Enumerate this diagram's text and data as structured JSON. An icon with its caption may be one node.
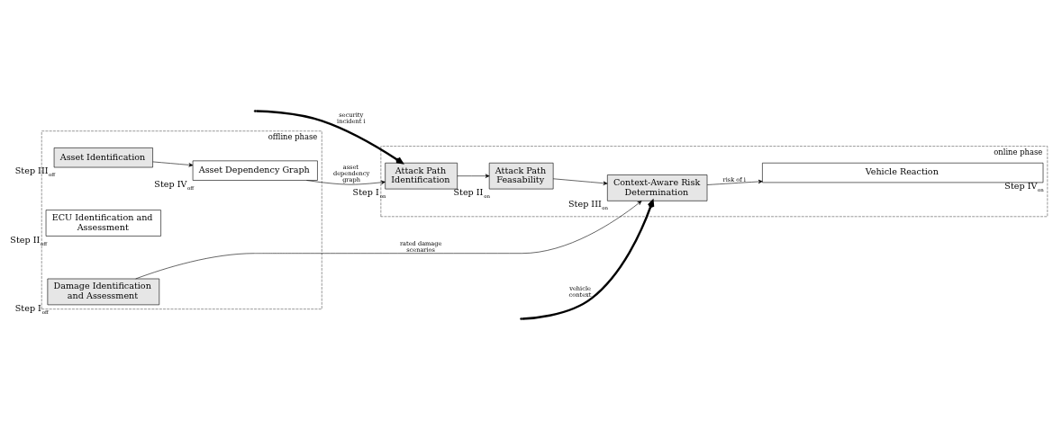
{
  "diagram": {
    "nodes": [
      {
        "text": [
          "offline phase"
        ]
      },
      {
        "text": [
          "Damage Identification and Assessment"
        ],
        "beside": [
          "Step I$_{off}$"
        ],
        "in": 0
      },
      {
        "text": [
          "ECU Identification and Assessment"
        ],
        "beside": [
          "Step II$_{off}$"
        ],
        "in": 0
      },
      {
        "text": [
          "Asset Identification"
        ],
        "beside": [
          "Step III$_{off}$"
        ],
        "in": 0
      },
      {
        "text": [
          "Asset Dependency Graph"
        ],
        "beside": [
          "Step IV$_{off}$"
        ],
        "in": 0
      },
      {
        "text": [
          "online phase"
        ]
      },
      {
        "text": [
          "Context-Aware Risk Determination"
        ],
        "beside": [
          "Step III$_{on}$"
        ],
        "in": 5
      },
      {
        "text": [
          "Attack Path Feasability"
        ],
        "beside": [
          "Step II$_{on}$"
        ],
        "in": 5
      },
      {
        "text": [
          "Attack Path Identification"
        ],
        "beside": [
          "Step I$_{on}$"
        ],
        "in": 5
      },
      {
        "text": [
          "Vehicle Reaction"
        ],
        "beside": [
          "Step IV$_{on}$"
        ],
        "in": 5
      }
    ],
    "edges": [
      {
        "from": 3,
        "to": 4,
        "arrow": "to"
      },
      {
        "from": 1,
        "to": 6,
        "arrow": "to",
        "label": "rated damage scenarios"
      },
      {
        "from": 4,
        "to": 8,
        "arrow": "to",
        "label": "asset dependency graph"
      },
      {
        "from": 8,
        "to": 7,
        "arrow": "to"
      },
      {
        "from": 7,
        "to": 6,
        "arrow": "to"
      },
      {
        "from": 6,
        "to": 9,
        "arrow": "to",
        "label": "risk of i"
      },
      {
        "from": null,
        "to": 6,
        "arrow": "to",
        "style": "thick",
        "label": "vehicle context"
      },
      {
        "from": null,
        "to": 8,
        "arrow": "to",
        "style": "thick",
        "label": "security incident i"
      }
    ]
  }
}
